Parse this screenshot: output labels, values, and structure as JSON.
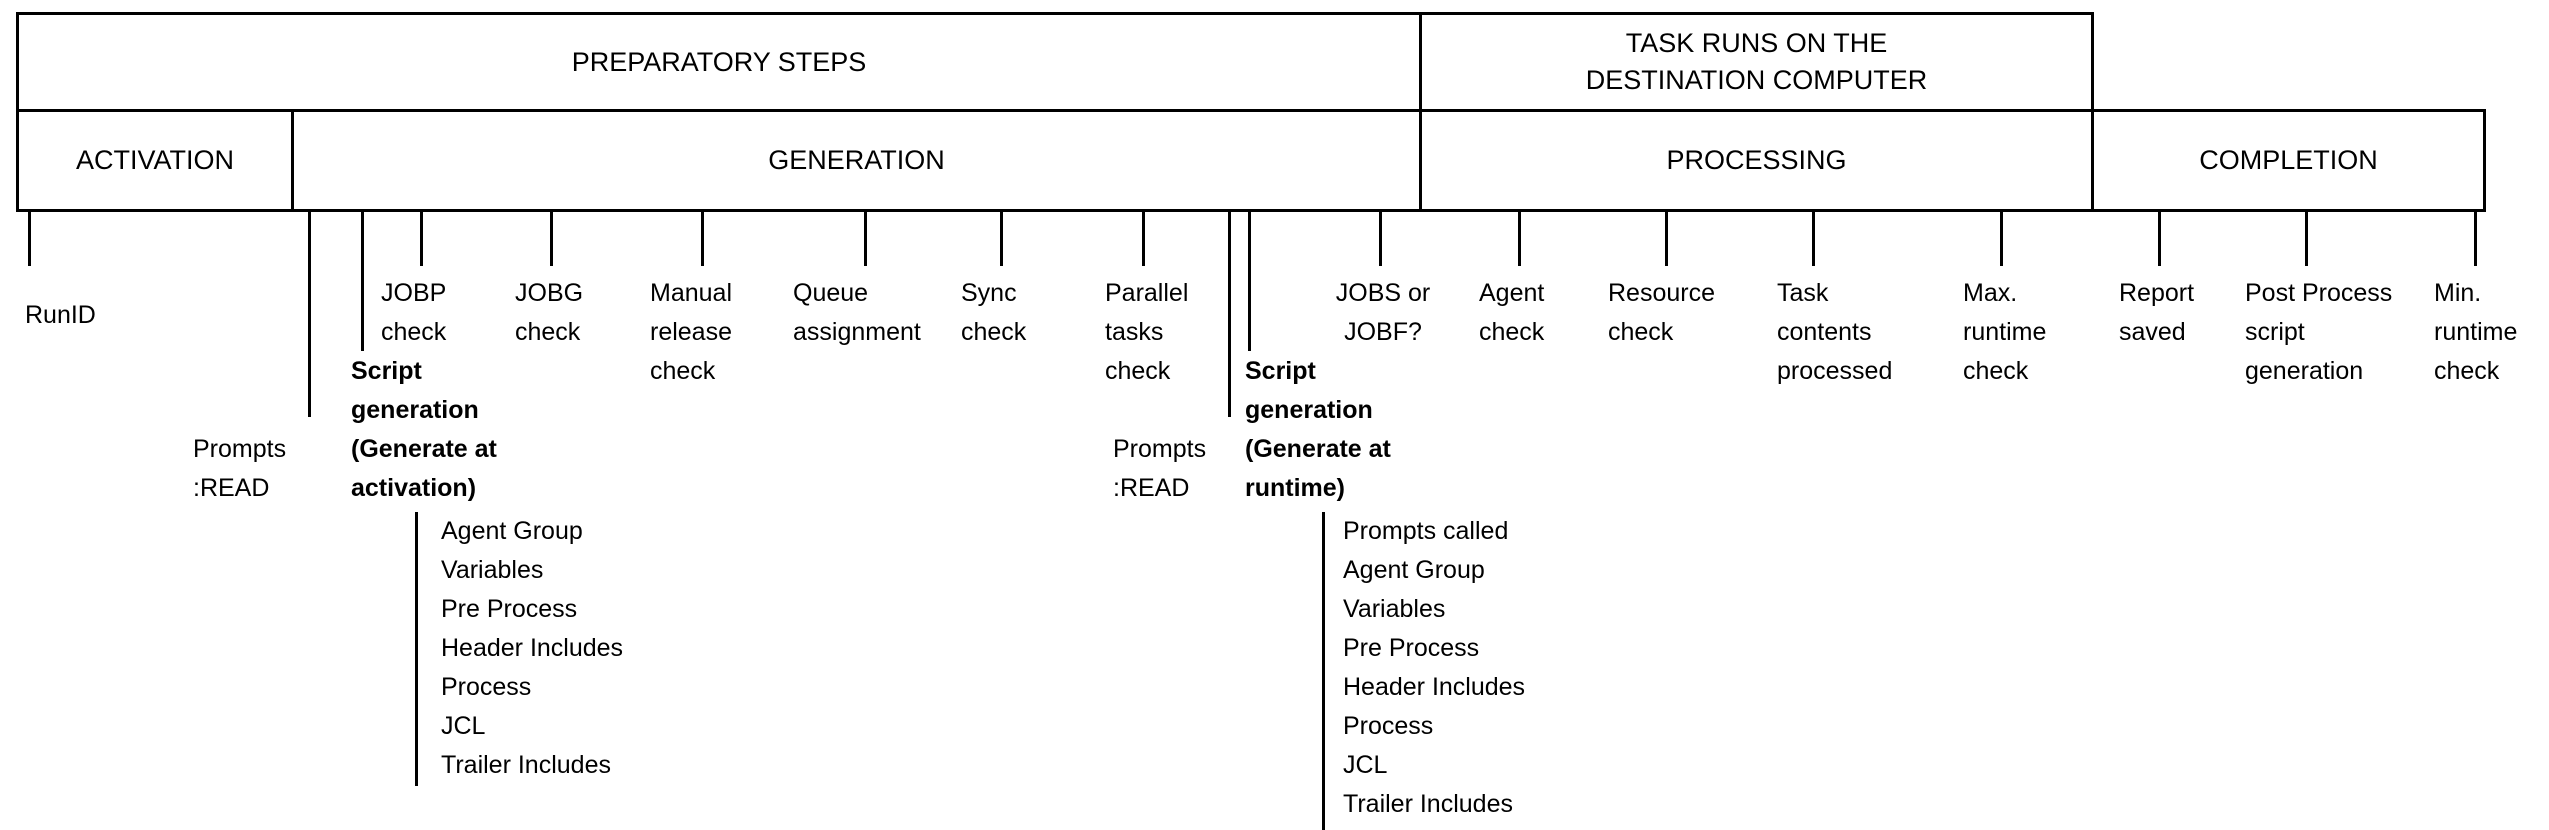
{
  "headers": {
    "preparatory": "PREPARATORY STEPS",
    "task_runs": "TASK RUNS ON THE\nDESTINATION COMPUTER"
  },
  "phases": {
    "activation": "ACTIVATION",
    "generation": "GENERATION",
    "processing": "PROCESSING",
    "completion": "COMPLETION"
  },
  "milestones": {
    "run_id": "RunID",
    "prompts_read_1": "Prompts\n:READ",
    "jobp_check": "JOBP\ncheck",
    "jobg_check": "JOBG\ncheck",
    "manual_release_check": "Manual\nrelease\ncheck",
    "queue_assignment": "Queue\nassignment",
    "sync_check": "Sync\ncheck",
    "parallel_tasks_check": "Parallel\ntasks\ncheck",
    "prompts_read_2": "Prompts\n:READ",
    "jobs_or_jobf": "JOBS or\nJOBF?",
    "agent_check": "Agent\ncheck",
    "resource_check": "Resource\ncheck",
    "task_contents_processed": "Task\ncontents\nprocessed",
    "max_runtime_check": "Max.\nruntime\ncheck",
    "report_saved": "Report\nsaved",
    "post_process_script_generation": "Post Process\nscript\ngeneration",
    "min_runtime_check": "Min.\nruntime\ncheck"
  },
  "script_generation_activation": {
    "title": "Script\ngeneration\n(Generate at\nactivation)",
    "items": [
      "Agent Group",
      "Variables",
      "Pre Process",
      "Header Includes",
      "Process",
      "JCL",
      "Trailer Includes"
    ]
  },
  "script_generation_runtime": {
    "title": "Script\ngeneration\n(Generate at\nruntime)",
    "items": [
      "Prompts called",
      "Agent Group",
      "Variables",
      "Pre Process",
      "Header Includes",
      "Process",
      "JCL",
      "Trailer Includes"
    ]
  },
  "colors": {
    "line": "#000000",
    "text": "#000000",
    "background": "#ffffff"
  }
}
